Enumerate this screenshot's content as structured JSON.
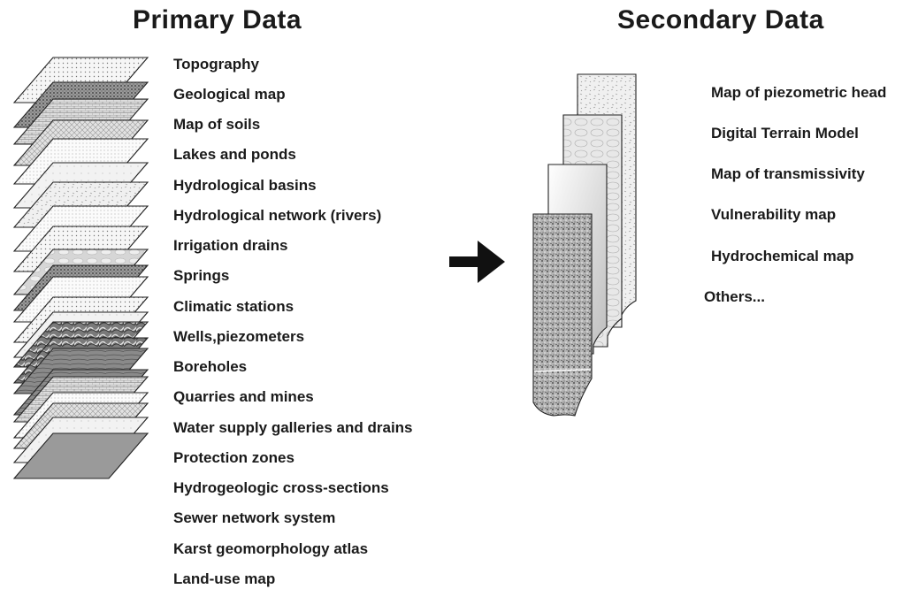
{
  "primary": {
    "heading": "Primary Data",
    "items": [
      "Topography",
      "Geological map",
      "Map of soils",
      "Lakes and ponds",
      "Hydrological basins",
      "Hydrological network (rivers)",
      "Irrigation drains",
      "Springs",
      "Climatic stations",
      "Wells,piezometers",
      "Boreholes",
      "Quarries and mines",
      "Water supply galleries and drains",
      "Protection zones",
      "Hydrogeologic cross-sections",
      "Sewer network system",
      "Karst geomorphology atlas",
      "Land-use map"
    ]
  },
  "secondary": {
    "heading": "Secondary Data",
    "items": [
      "Map of piezometric head",
      "Digital Terrain Model",
      "Map of transmissivity",
      "Vulnerability map",
      "Hydrochemical map",
      "Others..."
    ]
  },
  "colors": {
    "text": "#1a1a1a",
    "layer_outline": "#222222",
    "arrow": "#111111"
  },
  "icons": {
    "transition": "right-arrow-icon"
  }
}
